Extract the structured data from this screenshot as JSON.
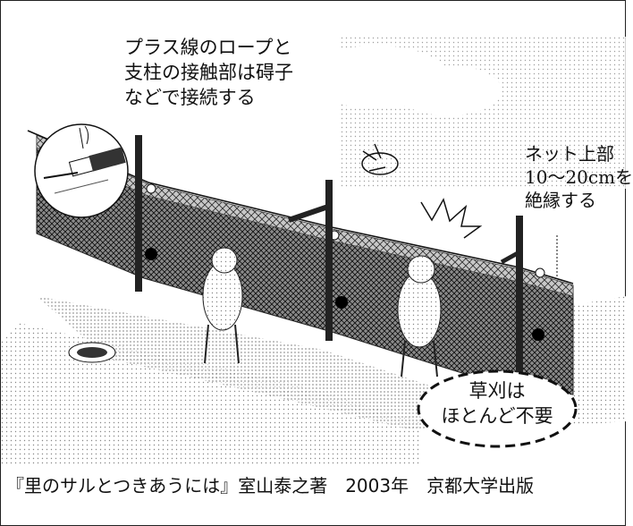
{
  "callouts": {
    "connection": {
      "lines": [
        "プラス線のロープと",
        "支柱の接触部は碍子",
        "などで接続する"
      ]
    },
    "top_insulation": {
      "lines": [
        "ネット上部",
        "10～20cmを",
        "絶縁する"
      ]
    },
    "weeding": {
      "lines": [
        "草刈は",
        "ほとんど不要"
      ]
    }
  },
  "caption": "『里のサルとつきあうには』室山泰之著　2003年　京都大学出版",
  "colors": {
    "ink": "#111111",
    "background": "#ffffff"
  }
}
